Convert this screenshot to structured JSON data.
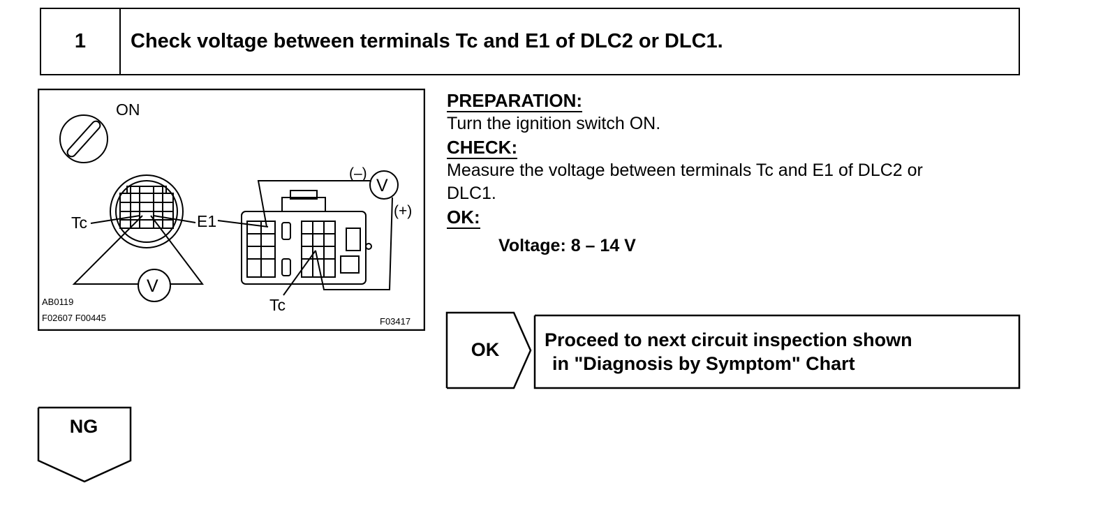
{
  "step": {
    "number": "1",
    "title": "Check voltage between terminals Tc and E1 of DLC2 or DLC1."
  },
  "figure": {
    "switch_label": "ON",
    "tc_left": "Tc",
    "e1": "E1",
    "tc_bottom": "Tc",
    "minus": "(–)",
    "plus": "(+)",
    "v_left": "V",
    "v_right": "V",
    "code_1": "AB0119",
    "code_2": "F02607  F00445",
    "code_3": "F03417"
  },
  "procedure": {
    "preparation_head": "PREPARATION:",
    "preparation_text": "Turn the ignition switch ON.",
    "check_head": "CHECK:",
    "check_text_1": "Measure the voltage between terminals Tc and E1 of DLC2 or",
    "check_text_2": "DLC1.",
    "ok_head": "OK:",
    "spec": "Voltage: 8 – 14 V"
  },
  "flow": {
    "ok_label": "OK",
    "ok_result_1": "Proceed to next circuit inspection shown",
    "ok_result_2": "in \"Diagnosis by Symptom\" Chart",
    "ng_label": "NG"
  }
}
